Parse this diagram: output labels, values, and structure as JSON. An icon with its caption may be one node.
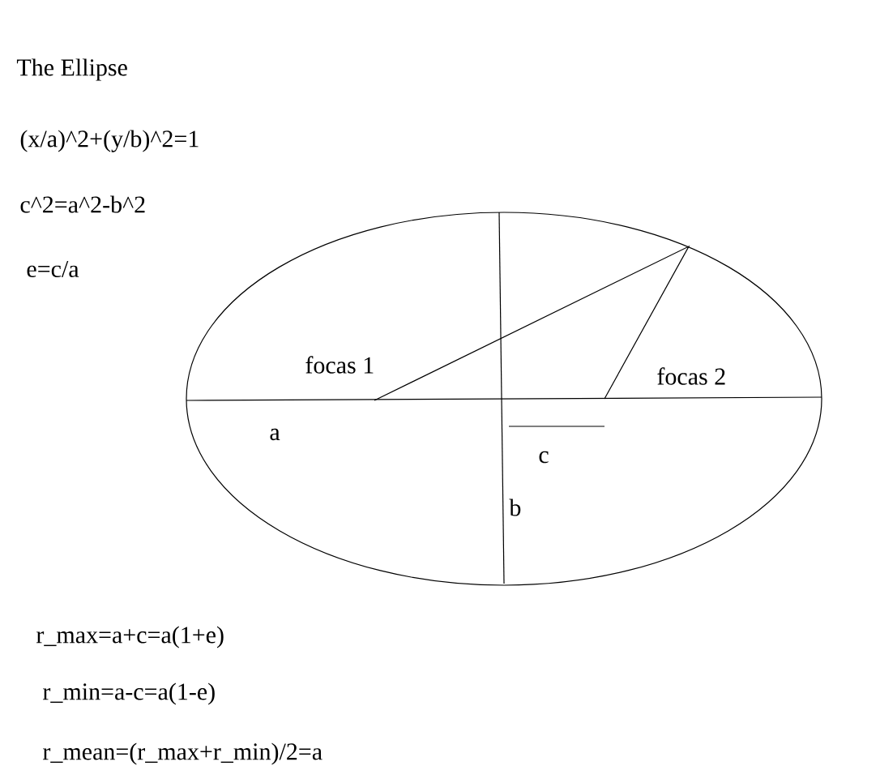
{
  "diagram": {
    "title": "The Ellipse",
    "labels": [
      "(x/a)^2+(y/b)^2=1",
      "c^2=a^2-b^2",
      "e=c/a",
      "focas 1",
      "focas 2",
      "a",
      "c",
      "b",
      "r_max=a+c=a(1+e)",
      "r_min=a-c=a(1-e)",
      "r_mean=(r_max+r_min)/2=a"
    ]
  }
}
